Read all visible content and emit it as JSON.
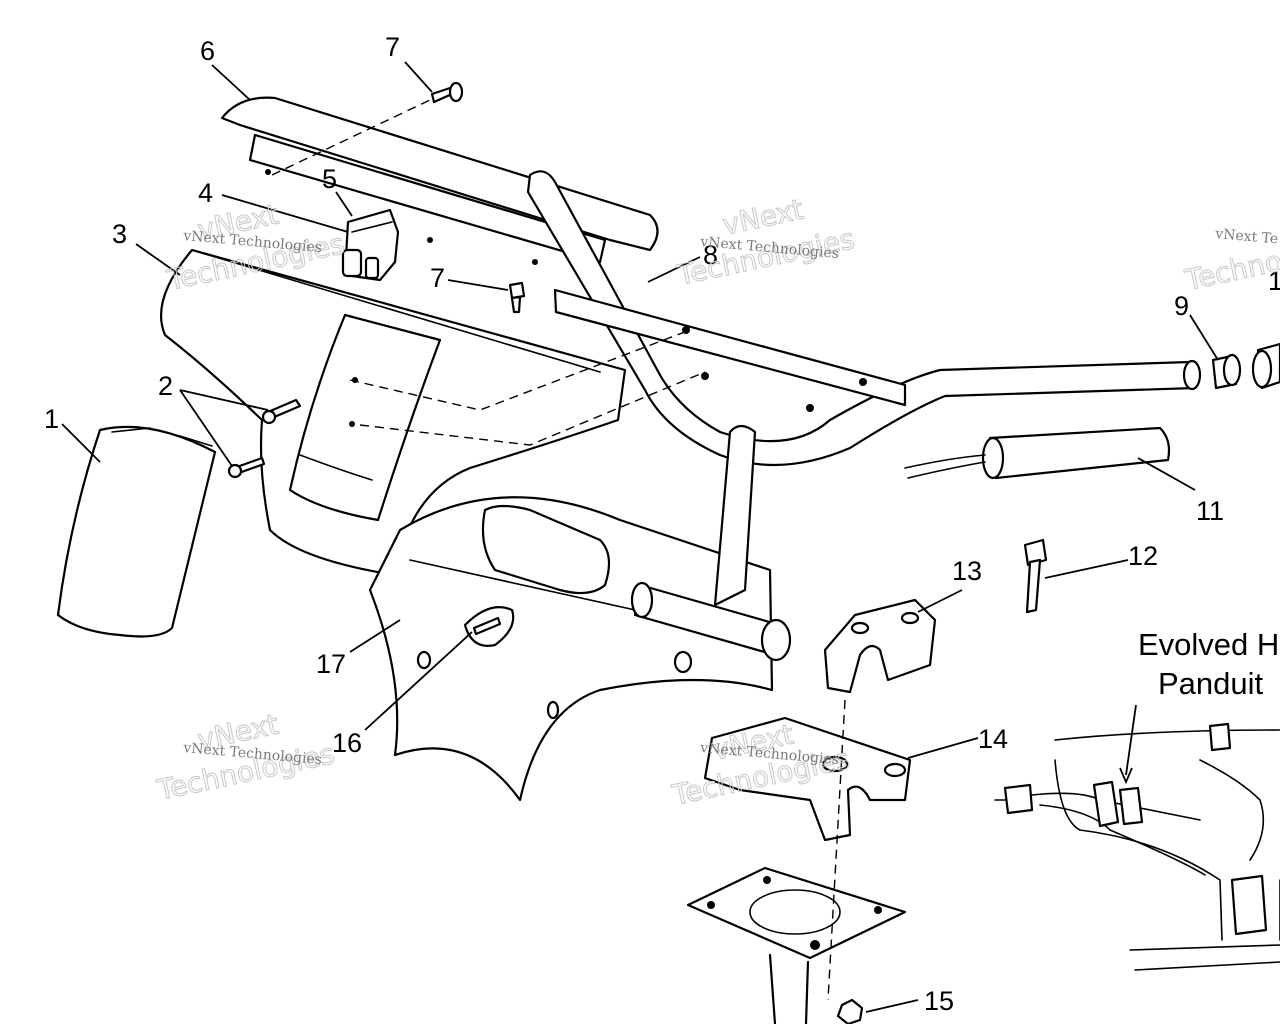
{
  "callouts": {
    "c1": "1",
    "c2": "2",
    "c3": "3",
    "c4": "4",
    "c5": "5",
    "c6": "6",
    "c7a": "7",
    "c7b": "7",
    "c8": "8",
    "c9": "9",
    "c11": "11",
    "c12": "12",
    "c13": "13",
    "c14": "14",
    "c15": "15",
    "c16": "16",
    "c17": "17",
    "c10": "1"
  },
  "inset": {
    "line1": "Evolved H",
    "line2": "Panduit"
  },
  "watermark": {
    "small": "vNext Technologies",
    "big_top": "vNext",
    "big_bottom": "Technologies",
    "small_edge": "vNext Te",
    "big_edge": "Techno"
  }
}
